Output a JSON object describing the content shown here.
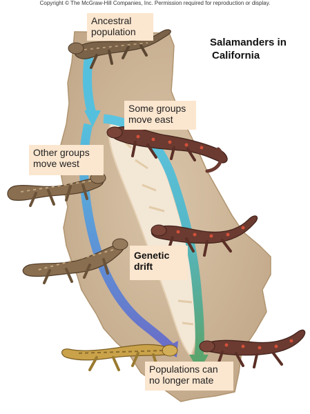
{
  "copyright": "Copyright © The McGraw-Hill Companies, Inc. Permission required for reproduction or display.",
  "title": {
    "line1": "Salamanders in",
    "line2": "California"
  },
  "labels": {
    "ancestral": {
      "line1": "Ancestral",
      "line2": "population"
    },
    "east": {
      "line1": "Some groups",
      "line2": "move east"
    },
    "west": {
      "line1": "Other groups",
      "line2": "move west"
    },
    "drift": {
      "line1": "Genetic",
      "line2": "drift"
    },
    "no_mate": {
      "line1": "Populations can",
      "line2": "no longer mate"
    }
  },
  "colors": {
    "land": "#cdb598",
    "land_edge": "#b89c7d",
    "mountains": "#f2e6d4",
    "label_bg": "#fbe6cf",
    "arrow_blue": "#4fb8d8",
    "arrow_violet": "#6c78c8",
    "arrow_green": "#5aa87a",
    "salamander_ancestral": "#7a6248",
    "salamander_east": "#6b3a30",
    "salamander_west": "#8a6e50",
    "salamander_yellow": "#c9a24a"
  }
}
